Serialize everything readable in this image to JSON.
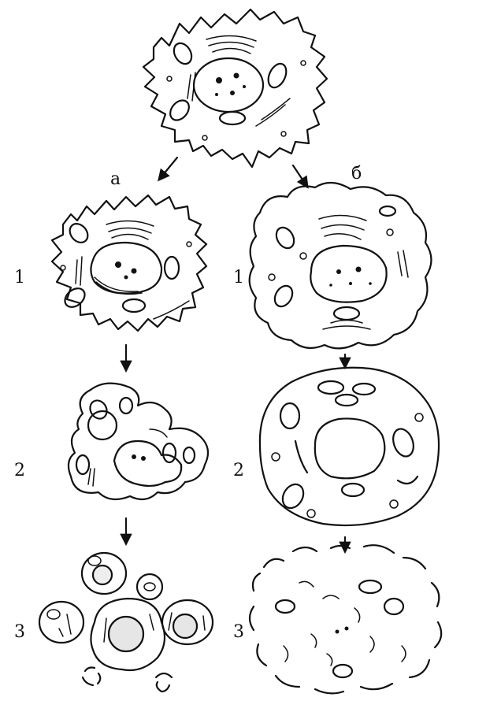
{
  "branch_labels": {
    "left": "а",
    "right": "б"
  },
  "stage_labels": {
    "left": [
      "1",
      "2",
      "3"
    ],
    "right": [
      "1",
      "2",
      "3"
    ]
  }
}
